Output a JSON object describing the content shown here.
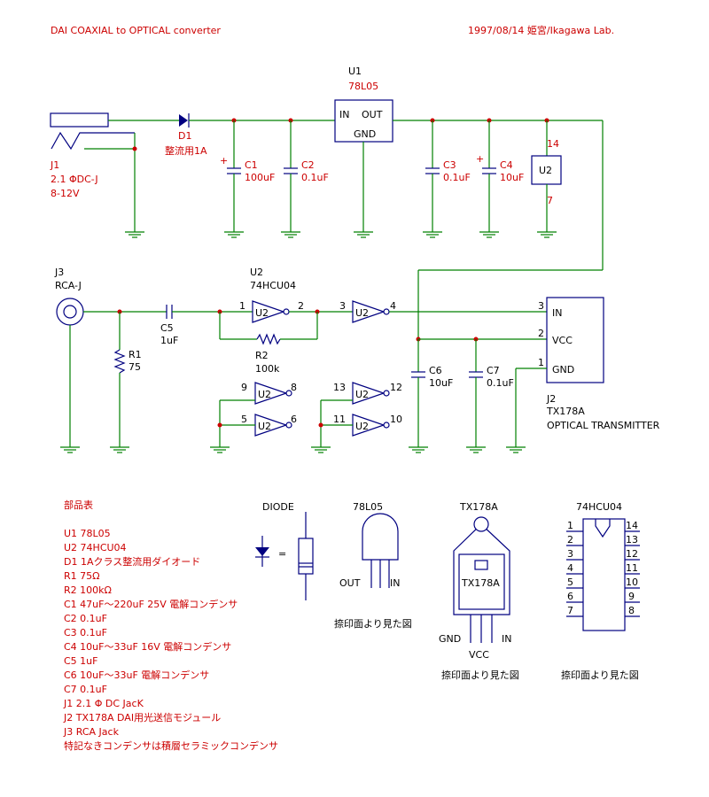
{
  "header": {
    "title": "DAI COAXIAL to OPTICAL converter",
    "date_author": "1997/08/14 姫宮/Ikagawa Lab."
  },
  "refdes": {
    "U1": "U1",
    "U1_part": "78L05",
    "U1_in": "IN",
    "U1_out": "OUT",
    "U1_gnd": "GND",
    "D1": "D1",
    "D1_desc": "整流用1A",
    "J1": "J1",
    "J1_desc": "2.1 ΦDC-J",
    "J1_volt": "8-12V",
    "C1": "C1",
    "C1_val": "100uF",
    "C2": "C2",
    "C2_val": "0.1uF",
    "C3": "C3",
    "C3_val": "0.1uF",
    "C4": "C4",
    "C4_val": "10uF",
    "U2": "U2",
    "U2_part": "74HCU04",
    "pin14": "14",
    "pin7": "7",
    "J3": "J3",
    "J3_desc": "RCA-J",
    "C5": "C5",
    "C5_val": "1uF",
    "R1": "R1",
    "R1_val": "75",
    "R2": "R2",
    "R2_val": "100k",
    "C6": "C6",
    "C6_val": "10uF",
    "C7": "C7",
    "C7_val": "0.1uF",
    "J2": "J2",
    "J2_part": "TX178A",
    "J2_desc": "OPTICAL TRANSMITTER",
    "J2_in": "IN",
    "J2_vcc": "VCC",
    "J2_gnd": "GND",
    "plus": "+"
  },
  "gate_pins": {
    "g1_in": "1",
    "g1_out": "2",
    "g2_in": "3",
    "g2_out": "4",
    "g3_in": "9",
    "g3_out": "8",
    "g4_in": "5",
    "g4_out": "6",
    "g5_in": "13",
    "g5_out": "12",
    "g6_in": "11",
    "g6_out": "10",
    "j2_p3": "3",
    "j2_p2": "2",
    "j2_p1": "1"
  },
  "parts_list": {
    "heading": "部品表",
    "items": [
      "U1   78L05",
      "U2   74HCU04",
      "D1   1Aクラス整流用ダイオード",
      "R1   75Ω",
      "R2   100kΩ",
      "C1   47uF～220uF 25V 電解コンデンサ",
      "C2   0.1uF",
      "C3   0.1uF",
      "C4   10uF～33uF 16V 電解コンデンサ",
      "C5   1uF",
      "C6   10uF～33uF 電解コンデンサ",
      "C7   0.1uF",
      "J1   2.1 Φ DC JacK",
      "J2  TX178A DAI用光送信モジュール",
      "J3   RCA Jack",
      "特記なきコンデンサは積層セラミックコンデンサ"
    ]
  },
  "pinouts": {
    "diode_title": "DIODE",
    "equals": "=",
    "reg_title": "78L05",
    "reg_out": "OUT",
    "reg_in": "IN",
    "reg_caption": "捺印面より見た図",
    "tx_title": "TX178A",
    "tx_label": "TX178A",
    "tx_gnd": "GND",
    "tx_in": "IN",
    "tx_vcc": "VCC",
    "tx_caption": "捺印面より見た図",
    "ic_title": "74HCU04",
    "ic_left": [
      "1",
      "2",
      "3",
      "4",
      "5",
      "6",
      "7"
    ],
    "ic_right": [
      "14",
      "13",
      "12",
      "11",
      "10",
      "9",
      "8"
    ],
    "ic_caption": "捺印面より見た図"
  }
}
